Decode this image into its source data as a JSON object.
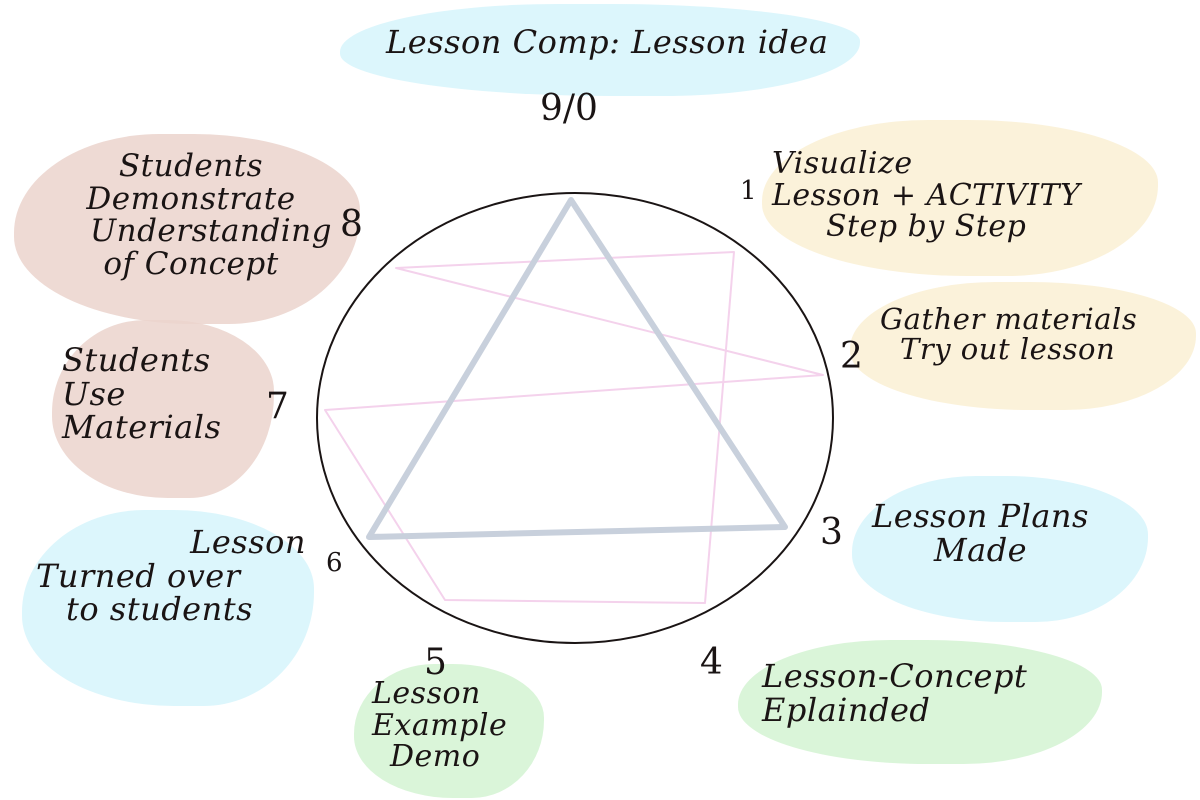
{
  "colors": {
    "blue_wash": "#d6f5fb",
    "tan_wash": "#faf0d3",
    "rose_wash": "#ebd4cc",
    "green_wash": "#d4f3d2",
    "circle": "#1a1414",
    "triangle": "#c8d0dc",
    "hexad": "#f4d2ec"
  },
  "diagram": {
    "points": [
      "9/0",
      "1",
      "2",
      "3",
      "4",
      "5",
      "6",
      "7",
      "8"
    ],
    "title_lines": [
      "Lesson Comp: Lesson idea"
    ],
    "labels": {
      "p1": [
        "Visualize",
        "Lesson + ACTIVITY",
        "Step by Step"
      ],
      "p2": [
        "Gather materials",
        "Try out lesson"
      ],
      "p3": [
        "Lesson Plans",
        "Made"
      ],
      "p4": [
        "Lesson-Concept",
        "Eplainded"
      ],
      "p5": [
        "Lesson",
        "Example",
        "Demo"
      ],
      "p6": [
        "Lesson",
        "Turned over",
        "to students"
      ],
      "p7": [
        "Students",
        "Use",
        "Materials"
      ],
      "p8": [
        "Students",
        "Demonstrate",
        "Understanding",
        "of Concept"
      ]
    }
  }
}
